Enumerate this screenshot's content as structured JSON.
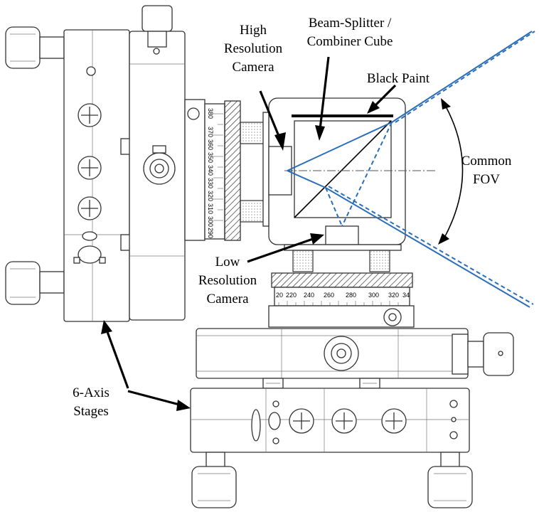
{
  "labels": {
    "high_res_1": "High",
    "high_res_2": "Resolution",
    "high_res_3": "Camera",
    "bsc_1": "Beam-Splitter /",
    "bsc_2": "Combiner Cube",
    "black_paint": "Black Paint",
    "fov_1": "Common",
    "fov_2": "FOV",
    "low_res_1": "Low",
    "low_res_2": "Resolution",
    "low_res_3": "Camera",
    "stages_1": "6-Axis",
    "stages_2": "Stages"
  },
  "scale_vertical": [
    "380",
    "370",
    "360",
    "350",
    "340",
    "330",
    "320",
    "310",
    "300",
    "290"
  ],
  "scale_horizontal": [
    "20",
    "220",
    "240",
    "260",
    "280",
    "300",
    "320",
    "34"
  ],
  "colors": {
    "beam": "#2a6ebb",
    "line": "#333333"
  }
}
